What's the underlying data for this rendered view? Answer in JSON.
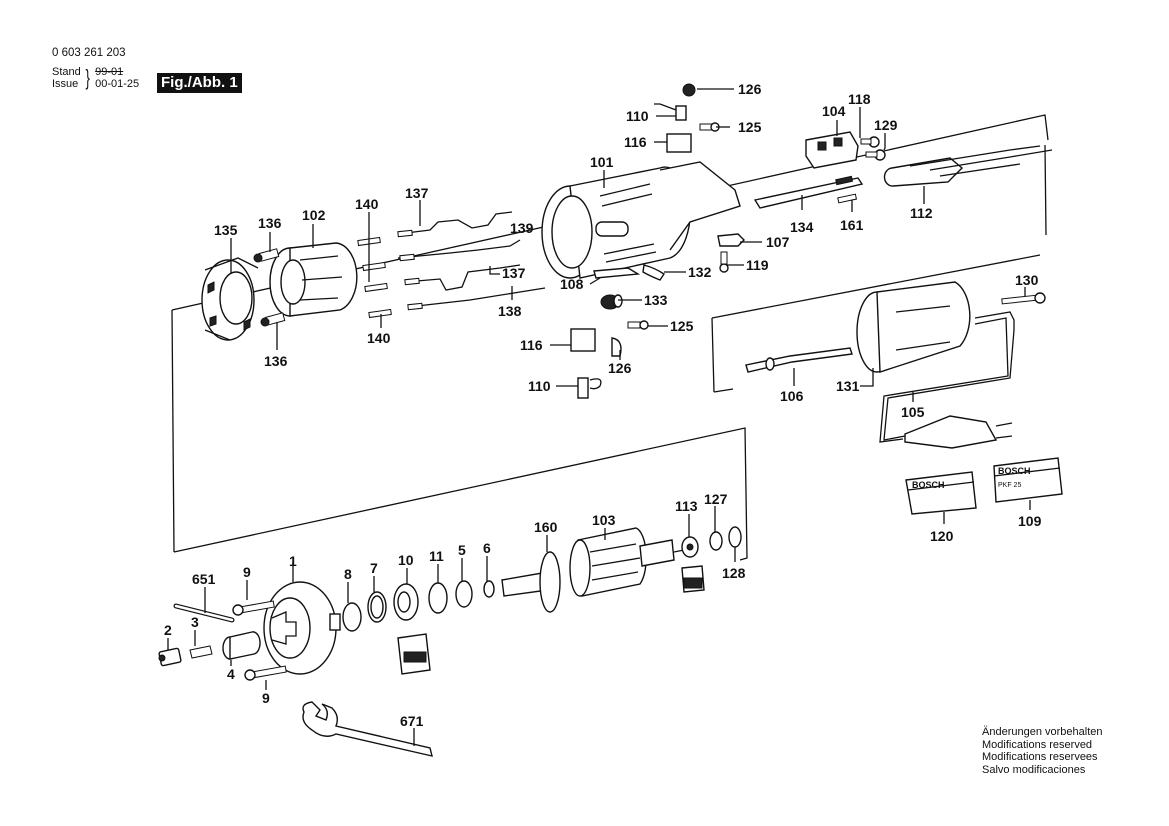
{
  "header": {
    "document_number": "0 603 261 203",
    "stand_label": "Stand",
    "issue_label": "Issue",
    "old_date": "99-01",
    "issue_date": "00-01-25",
    "figure_label": "Fig./Abb. 1"
  },
  "notes": [
    "Änderungen vorbehalten",
    "Modifications reserved",
    "Modifications reservees",
    "Salvo modificaciones"
  ],
  "labels": {
    "brand": "BOSCH",
    "model": "PKF 25"
  },
  "callouts": [
    {
      "id": "c126a",
      "text": "126"
    },
    {
      "id": "c110a",
      "text": "110"
    },
    {
      "id": "c125a",
      "text": "125"
    },
    {
      "id": "c116a",
      "text": "116"
    },
    {
      "id": "c104",
      "text": "104"
    },
    {
      "id": "c118",
      "text": "118"
    },
    {
      "id": "c129",
      "text": "129"
    },
    {
      "id": "c101",
      "text": "101"
    },
    {
      "id": "c112",
      "text": "112"
    },
    {
      "id": "c137a",
      "text": "137"
    },
    {
      "id": "c140a",
      "text": "140"
    },
    {
      "id": "c135",
      "text": "135"
    },
    {
      "id": "c136a",
      "text": "136"
    },
    {
      "id": "c102",
      "text": "102"
    },
    {
      "id": "c139",
      "text": "139"
    },
    {
      "id": "c134",
      "text": "134"
    },
    {
      "id": "c107",
      "text": "107"
    },
    {
      "id": "c161",
      "text": "161"
    },
    {
      "id": "c119",
      "text": "119"
    },
    {
      "id": "c137b",
      "text": "137"
    },
    {
      "id": "c132",
      "text": "132"
    },
    {
      "id": "c108",
      "text": "108"
    },
    {
      "id": "c133",
      "text": "133"
    },
    {
      "id": "c138",
      "text": "138"
    },
    {
      "id": "c130",
      "text": "130"
    },
    {
      "id": "c125b",
      "text": "125"
    },
    {
      "id": "c116b",
      "text": "116"
    },
    {
      "id": "c140b",
      "text": "140"
    },
    {
      "id": "c136b",
      "text": "136"
    },
    {
      "id": "c126b",
      "text": "126"
    },
    {
      "id": "c110b",
      "text": "110"
    },
    {
      "id": "c106",
      "text": "106"
    },
    {
      "id": "c131",
      "text": "131"
    },
    {
      "id": "c105",
      "text": "105"
    },
    {
      "id": "c120",
      "text": "120"
    },
    {
      "id": "c109",
      "text": "109"
    },
    {
      "id": "c113",
      "text": "113"
    },
    {
      "id": "c127",
      "text": "127"
    },
    {
      "id": "c160",
      "text": "160"
    },
    {
      "id": "c103",
      "text": "103"
    },
    {
      "id": "c128",
      "text": "128"
    },
    {
      "id": "c1",
      "text": "1"
    },
    {
      "id": "c11",
      "text": "11"
    },
    {
      "id": "c5",
      "text": "5"
    },
    {
      "id": "c6",
      "text": "6"
    },
    {
      "id": "c10",
      "text": "10"
    },
    {
      "id": "c651",
      "text": "651"
    },
    {
      "id": "c9a",
      "text": "9"
    },
    {
      "id": "c8",
      "text": "8"
    },
    {
      "id": "c7",
      "text": "7"
    },
    {
      "id": "c2",
      "text": "2"
    },
    {
      "id": "c3",
      "text": "3"
    },
    {
      "id": "c4",
      "text": "4"
    },
    {
      "id": "c9b",
      "text": "9"
    },
    {
      "id": "c671",
      "text": "671"
    }
  ]
}
